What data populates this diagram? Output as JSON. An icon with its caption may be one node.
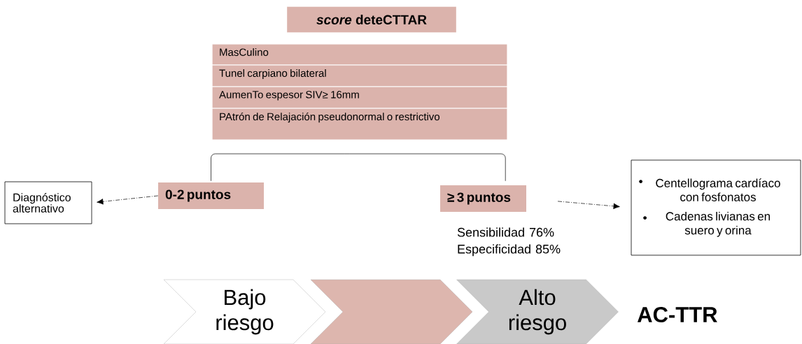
{
  "diagram": {
    "nodes": [
      {
        "text": [
          "*score* deteCTTAR"
        ]
      },
      {
        "text": [
          "MasCulino"
        ]
      },
      {
        "text": [
          "Tunel carpiano bilateral"
        ]
      },
      {
        "text": [
          "AumenTo espesor  SIV≥ 16mm"
        ]
      },
      {
        "text": [
          "PAtrón de Relajación pseudonormal o restrictivo"
        ]
      },
      {
        "text": [
          "0-2 puntos"
        ]
      },
      {
        "text": [
          "≥ 3 puntos"
        ],
        "beside": [
          "Sensibilidad 76% Especificidad 85%"
        ]
      },
      {
        "text": [
          "Diagnóstico alternativo"
        ]
      },
      {
        "text": [
          "Centellograma cardíaco con fosfonatos",
          "Cadenas livianas en suero y orina"
        ]
      },
      {
        "text": [
          "Bajo riesgo"
        ]
      },
      {
        "text": [],
        "shape": "chevron"
      },
      {
        "text": [
          "Alto riesgo"
        ]
      }
    ],
    "edges": [
      {
        "from": 5,
        "to": 6,
        "arrow": "none"
      },
      {
        "from": 5,
        "to": 7,
        "arrow": "to",
        "style": "dashed"
      },
      {
        "from": 6,
        "to": 8,
        "arrow": "to",
        "style": "dashed"
      }
    ],
    "labels": [
      "AC-TTR"
    ]
  }
}
